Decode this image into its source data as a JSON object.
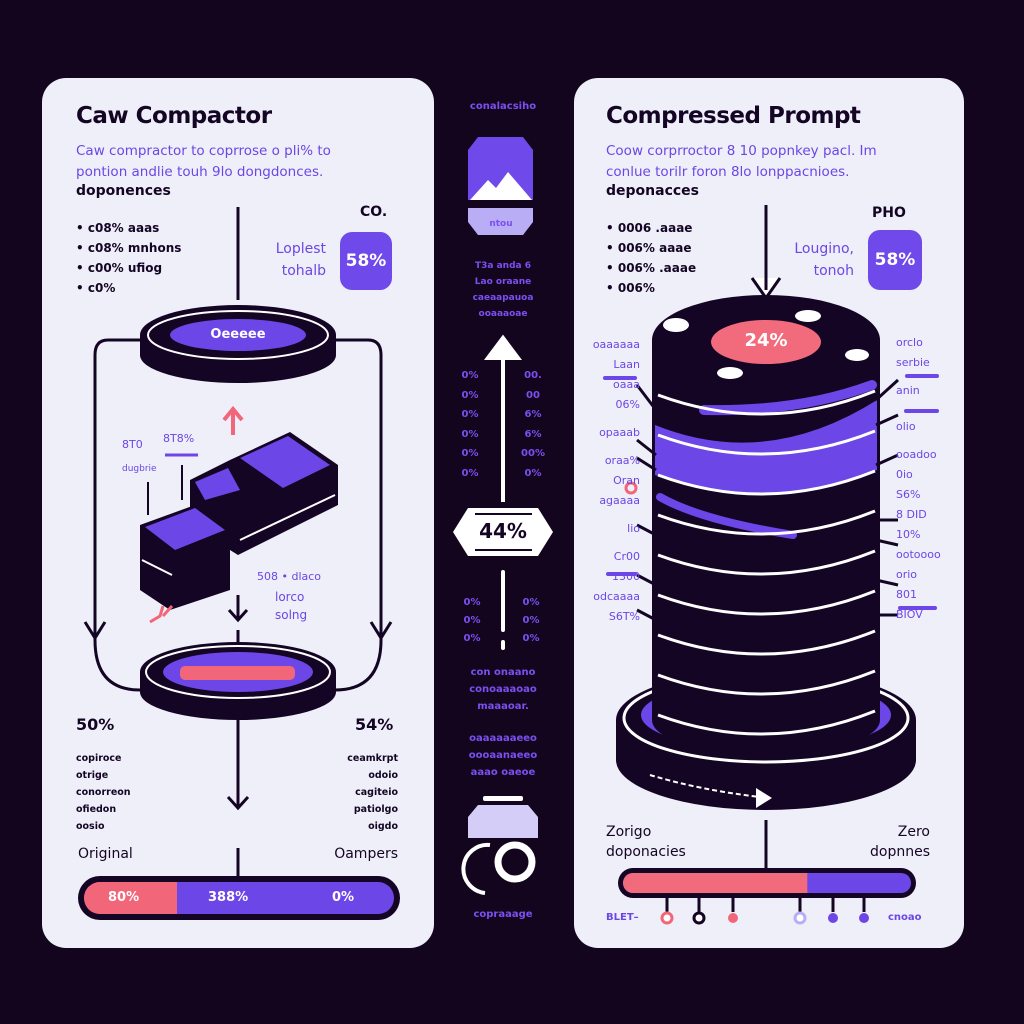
{
  "colors": {
    "background": "#14051f",
    "panel": "#efeff9",
    "accent": "#6c46e6",
    "dark": "#150524",
    "pink": "#f2667a"
  },
  "left": {
    "title": "Caw Compactor",
    "subtitle": [
      "Caw compractor to coprrose o pli% to",
      "pontion andlie touh 9lo dongdonces."
    ],
    "section": "doponences",
    "bullets": [
      "c08% aaas",
      "c08% mnhons",
      "c00% ufiog",
      "c0%"
    ],
    "top_right_label": "CO.",
    "side_label": [
      "Loplest",
      "tohalb"
    ],
    "badge": "58%",
    "top_disc_label": "Oeeeee",
    "block_labels": [
      "8T0",
      "8T8%",
      "dugbrie",
      "508 • dlaco",
      "lorco",
      "solng"
    ],
    "left_pct": "50%",
    "right_pct": "54%",
    "left_list": [
      "copiroce",
      "otrige",
      "conorreon",
      "ofiedon",
      "oosio"
    ],
    "right_list": [
      "ceamkrpt",
      "odoio",
      "cagiteio",
      "patiolgo",
      "oigdo"
    ],
    "original_label": "Original",
    "compressed_label": "Oampers",
    "bar": {
      "segments": [
        "80%",
        "388%",
        "0%"
      ],
      "fill_fraction": 0.3
    }
  },
  "middle": {
    "top_text": "conalacsiho",
    "icon_label": "ntou",
    "text_block_1": [
      "T3a anda 6",
      "Lao oraane",
      "caeaapauoa",
      "ooaaaoae"
    ],
    "left_ticks": [
      "0%",
      "0%",
      "0%",
      "0%",
      "0%",
      "0%"
    ],
    "right_ticks": [
      "00.",
      "00",
      "6%",
      "6%",
      "00%",
      "0%"
    ],
    "center_pct": "44%",
    "lower_left_ticks": [
      "0%",
      "0%",
      "0%"
    ],
    "lower_right_ticks": [
      "0%",
      "0%",
      "0%"
    ],
    "text_block_2": [
      "con onaano",
      "conoaaaoao",
      "maaaoar."
    ],
    "text_block_3": [
      "oaaaaaaeeo",
      "oooaanaeeo",
      "aaao oaeoe"
    ],
    "bottom_text": "copraaage"
  },
  "right": {
    "title": "Compressed  Prompt",
    "subtitle": [
      "Coow corprroctor 8 10 popnkey pacl. Im",
      "conlue torilr foron 8lo lonppacnioes."
    ],
    "section": "deponacces",
    "bullets": [
      "0006 .aaae",
      "006% aaae",
      "006% .aaae",
      "006%"
    ],
    "top_right_label": "PHO",
    "side_label": [
      "Lougino,",
      "tonoh"
    ],
    "badge": "58%",
    "cylinder_pct": "24%",
    "left_labels": [
      "oaaaaaa",
      "Laan",
      "oaaa",
      "06%",
      "opaaab",
      "oraa%",
      "Oran",
      "agaaaa",
      "lio",
      "Cr00",
      "1300",
      "odcaaaa",
      "S6T%"
    ],
    "right_labels": [
      "orclo",
      "serbie",
      "anin",
      "olio",
      "ooadoo",
      "0io",
      "S6%",
      "8 DID",
      "10%",
      "ootoooo",
      "orio",
      "801",
      "BIOV"
    ],
    "left_bottom_label": [
      "Zorigo",
      "doponacies"
    ],
    "right_bottom_label": [
      "Zero",
      "dopnnes"
    ],
    "bar": {
      "fill_fraction": 0.64
    },
    "bar_left_text": "BLET–",
    "bar_right_text": "cnoao"
  }
}
